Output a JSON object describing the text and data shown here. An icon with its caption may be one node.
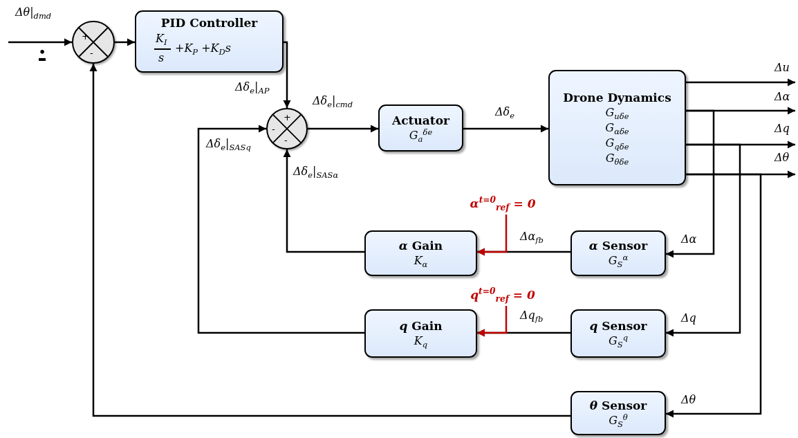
{
  "diagram": {
    "nodes": [
      {
        "text": [
          "+",
          "-"
        ]
      },
      {
        "text": [
          "PID Controller",
          "K$_{I}$",
          "s",
          "+K$_{P}$ +K$_{D}$s"
        ]
      },
      {
        "text": [
          "+",
          "-",
          "-"
        ]
      },
      {
        "text": [
          "Actuator",
          "G$_{a}$$^{δe}$"
        ]
      },
      {
        "text": [
          "Drone Dynamics",
          "G$_{uδe}$",
          "G$_{αδe}$",
          "G$_{qδe}$",
          "G$_{θδe}$"
        ]
      },
      {
        "text": [
          "*α* Gain",
          "K$_{α}$"
        ]
      },
      {
        "text": [
          "*α* Sensor",
          "G$_{S}$$^{α}$"
        ]
      },
      {
        "text": [
          "*q* Gain",
          "K$_{q}$"
        ]
      },
      {
        "text": [
          "*q* Sensor",
          "G$_{S}$$^{q}$"
        ]
      },
      {
        "text": [
          "*θ* Sensor",
          "G$_{S}$$^{θ}$"
        ]
      },
      {
        "text": [
          "*α*$^{t=0}$$_{ref}$ = 0"
        ]
      },
      {
        "text": [
          "*q*$^{t=0}$$_{ref}$ = 0"
        ]
      }
    ],
    "edges": [
      {
        "from": null,
        "to": 0,
        "arrow": "to",
        "label": "Δθ|$_{dmd}$"
      },
      {
        "from": 0,
        "to": 1,
        "arrow": "to"
      },
      {
        "from": 1,
        "to": 2,
        "arrow": "to",
        "label": "Δδ$_{e}$|$_{AP}$"
      },
      {
        "from": 2,
        "to": 3,
        "arrow": "to",
        "label": "Δδ$_{e}$|$_{cmd}$"
      },
      {
        "from": 3,
        "to": 4,
        "arrow": "to",
        "label": "Δδ$_{e}$"
      },
      {
        "from": 4,
        "to": null,
        "arrow": "to",
        "label": "Δu"
      },
      {
        "from": 4,
        "to": null,
        "arrow": "to",
        "label": "Δα"
      },
      {
        "from": 4,
        "to": null,
        "arrow": "to",
        "label": "Δq"
      },
      {
        "from": 4,
        "to": null,
        "arrow": "to",
        "label": "Δθ"
      },
      {
        "from": 4,
        "to": 6,
        "arrow": "to",
        "label": "Δα"
      },
      {
        "from": 4,
        "to": 8,
        "arrow": "to",
        "label": "Δq"
      },
      {
        "from": 4,
        "to": 9,
        "arrow": "to",
        "label": "Δθ"
      },
      {
        "from": 6,
        "to": 5,
        "arrow": "to",
        "label": "Δα$_{fb}$"
      },
      {
        "from": 10,
        "to": 5,
        "arrow": "to",
        "color": "#c00000"
      },
      {
        "from": 5,
        "to": 2,
        "arrow": "to",
        "label": "Δδ$_{e}$|$_{SASα}$"
      },
      {
        "from": 8,
        "to": 7,
        "arrow": "to",
        "label": "Δq$_{fb}$"
      },
      {
        "from": 11,
        "to": 7,
        "arrow": "to",
        "color": "#c00000"
      },
      {
        "from": 7,
        "to": 2,
        "arrow": "to",
        "label": "Δδ$_{e}$|$_{SASq}$"
      },
      {
        "from": 9,
        "to": 0,
        "arrow": "to"
      }
    ],
    "labels": [
      "•"
    ]
  }
}
